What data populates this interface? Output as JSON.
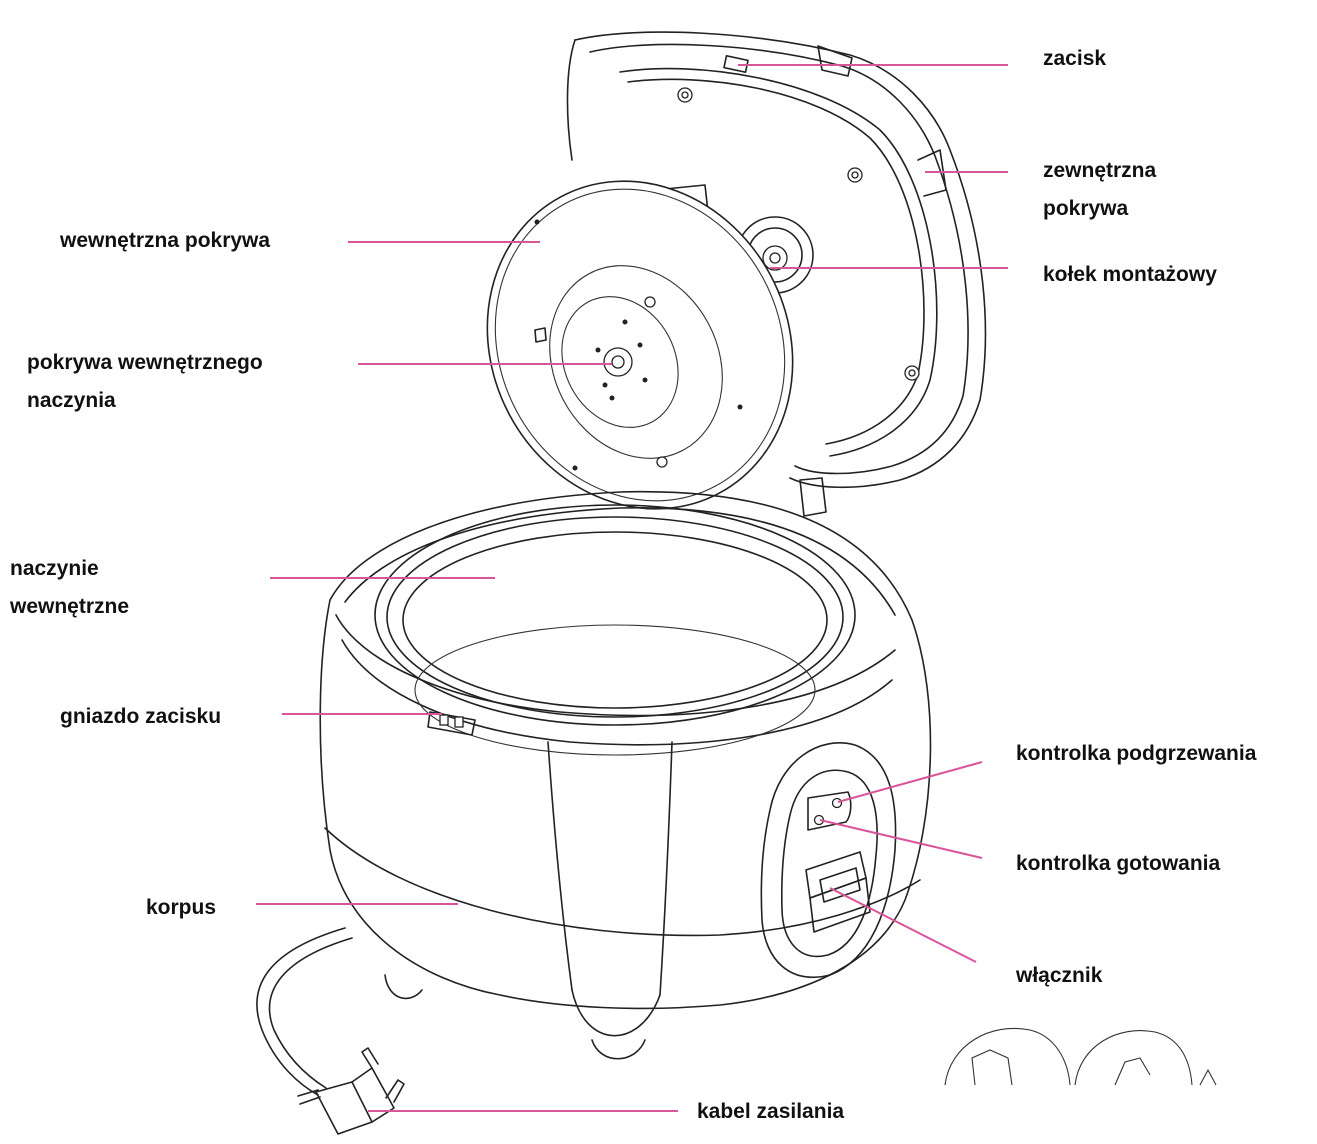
{
  "colors": {
    "leader": "#d9559a",
    "outline": "#222222",
    "text": "#111111"
  },
  "labels": {
    "zacisk": "zacisk",
    "zewnetrzna_1": "zewnętrzna",
    "zewnetrzna_2": "pokrywa",
    "wewnetrzna": "wewnętrzna pokrywa",
    "kolek": "kołek montażowy",
    "pokrywa_naczynia_1": "pokrywa wewnętrznego",
    "pokrywa_naczynia_2": "naczynia",
    "naczynie_1": "naczynie",
    "naczynie_2": "wewnętrzne",
    "gniazdo": "gniazdo zacisku",
    "podgrzewanie": "kontrolka podgrzewania",
    "gotowanie": "kontrolka gotowania",
    "korpus": "korpus",
    "wlacznik": "włącznik",
    "kabel": "kabel zasilania"
  }
}
